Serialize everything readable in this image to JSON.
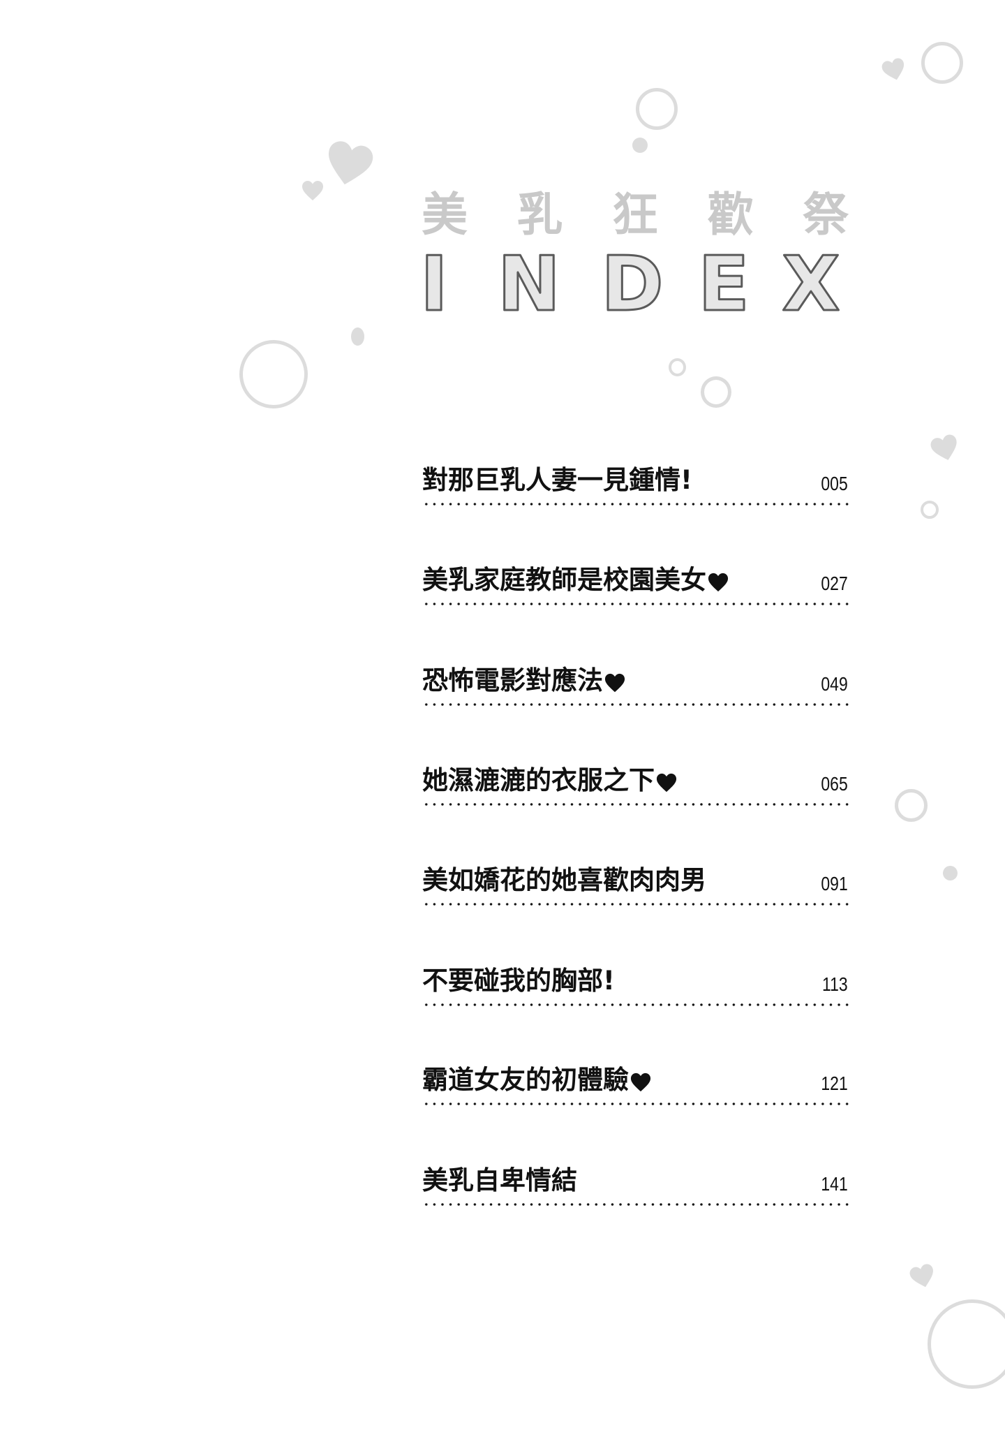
{
  "page": {
    "type": "table-of-contents",
    "background": "#ffffff",
    "decor_color": "#dcdcdc"
  },
  "header": {
    "title_chars": [
      "美",
      "乳",
      "狂",
      "歡",
      "祭"
    ],
    "title_text": "美乳狂歡祭",
    "subtitle": "INDEX",
    "title_color": "#c9c9c9",
    "subtitle_fill": "#e7e7e7",
    "subtitle_stroke": "#5a5a5a"
  },
  "toc": {
    "entries": [
      {
        "title": "對那巨乳人妻一見鍾情!",
        "heart": false,
        "page": "005"
      },
      {
        "title": "美乳家庭教師是校園美女",
        "heart": true,
        "page": "027"
      },
      {
        "title": "恐怖電影對應法",
        "heart": true,
        "page": "049"
      },
      {
        "title": "她濕漉漉的衣服之下",
        "heart": true,
        "page": "065"
      },
      {
        "title": "美如嬌花的她喜歡肉肉男",
        "heart": false,
        "page": "091"
      },
      {
        "title": "不要碰我的胸部!",
        "heart": false,
        "page": "113"
      },
      {
        "title": "霸道女友的初體驗",
        "heart": true,
        "page": "121"
      },
      {
        "title": "美乳自卑情結",
        "heart": false,
        "page": "141"
      }
    ]
  },
  "decorations": {
    "icons": [
      "heart-icon",
      "ring-icon",
      "dot-icon"
    ]
  }
}
